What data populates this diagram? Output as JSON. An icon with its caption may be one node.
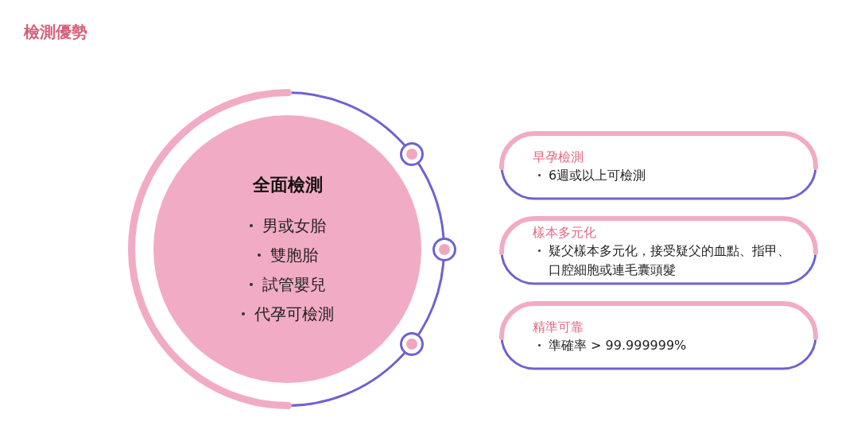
{
  "diagram": {
    "title": "檢測優勢",
    "nodes": [
      {
        "text": [
          "全面檢測",
          "男或女胎",
          "雙胞胎",
          "試管嬰兒",
          "代孕可檢測"
        ]
      },
      {
        "text": [
          "早孕檢測",
          "6週或以上可檢測"
        ]
      },
      {
        "text": [
          "樣本多元化",
          "疑父樣本多元化，接受疑父的血點、指甲、口腔細胞或連毛囊頭髮"
        ]
      },
      {
        "text": [
          "精準可靠",
          "準確率 > 99.999999%"
        ]
      }
    ]
  }
}
